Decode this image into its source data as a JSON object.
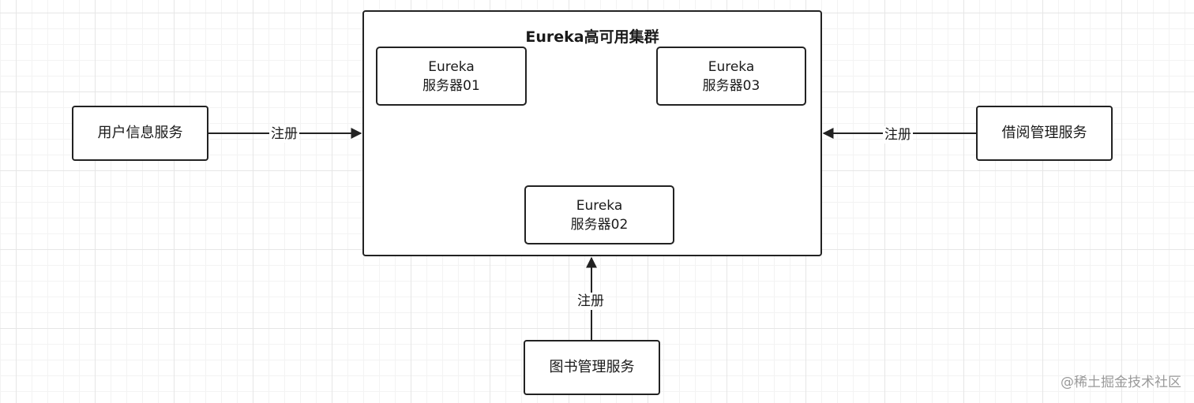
{
  "cluster": {
    "title": "Eureka高可用集群"
  },
  "servers": [
    {
      "id": "server01",
      "line1": "Eureka",
      "line2": "服务器01"
    },
    {
      "id": "server02",
      "line1": "Eureka",
      "line2": "服务器02"
    },
    {
      "id": "server03",
      "line1": "Eureka",
      "line2": "服务器03"
    }
  ],
  "services": {
    "user_info": "用户信息服务",
    "borrow_mgmt": "借阅管理服务",
    "book_mgmt": "图书管理服务"
  },
  "edges": {
    "register_left": "注册",
    "register_right": "注册",
    "register_bottom": "注册"
  },
  "watermark": "@稀土掘金技术社区",
  "colors": {
    "stroke": "#222222",
    "grid": "#e6e6e6",
    "watermark": "#9a9a9a"
  }
}
